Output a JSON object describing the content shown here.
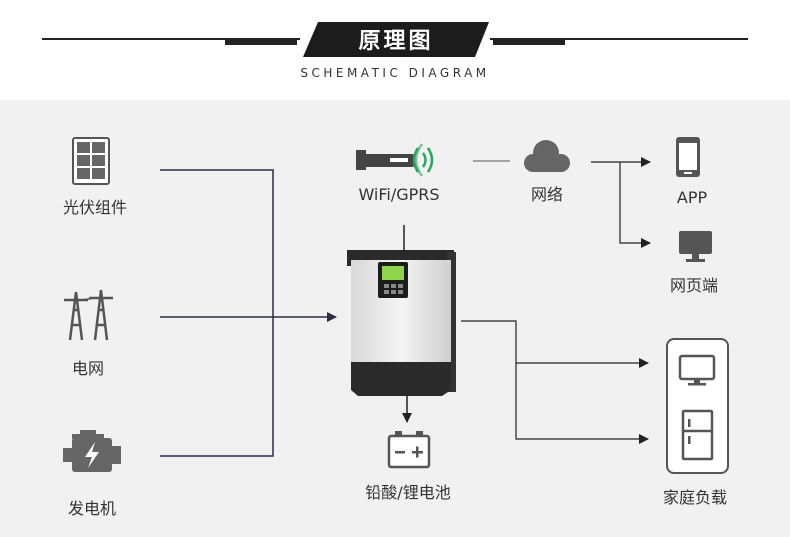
{
  "header": {
    "title": "原理图",
    "subtitle": "SCHEMATIC DIAGRAM"
  },
  "nodes": {
    "solar": {
      "label": "光伏组件",
      "icon": "solar-panel-icon"
    },
    "grid": {
      "label": "电网",
      "icon": "power-tower-icon"
    },
    "generator": {
      "label": "发电机",
      "icon": "engine-icon"
    },
    "wifi": {
      "label": "WiFi/GPRS",
      "icon": "wifi-dongle-icon"
    },
    "network": {
      "label": "网络",
      "icon": "cloud-icon"
    },
    "app": {
      "label": "APP",
      "icon": "smartphone-icon"
    },
    "web": {
      "label": "网页端",
      "icon": "monitor-icon"
    },
    "battery": {
      "label": "铅酸/锂电池",
      "icon": "battery-icon"
    },
    "home_load": {
      "label": "家庭负载",
      "icon": "home-appliances-icon"
    },
    "inverter": {
      "icon": "inverter-icon"
    }
  },
  "colors": {
    "line_dark": "#2b2b4a",
    "icon_gray": "#666666",
    "wifi_green": "#2aa55c",
    "lcd_green": "#8fd44a",
    "background": "#f1f1f1"
  }
}
